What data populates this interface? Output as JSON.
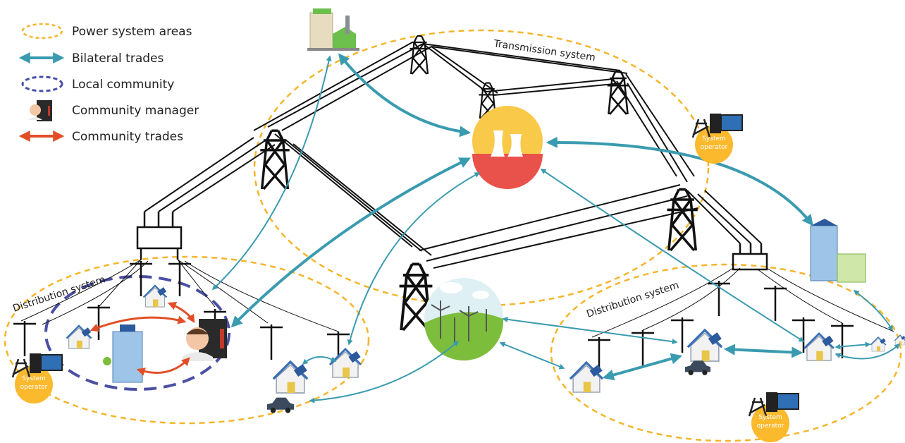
{
  "legend": {
    "items": [
      {
        "key": "power-system-areas",
        "label": "Power system areas"
      },
      {
        "key": "bilateral-trades",
        "label": "Bilateral trades"
      },
      {
        "key": "local-community",
        "label": "Local community"
      },
      {
        "key": "community-manager",
        "label": "Community manager"
      },
      {
        "key": "community-trades",
        "label": "Community trades"
      }
    ]
  },
  "areas": {
    "transmission": "Transmission system",
    "distribution_left": "Distribution system",
    "distribution_right": "Distribution system"
  },
  "system_operator": {
    "line1": "System",
    "line2": "operator"
  },
  "colors": {
    "area_dash": "#f5b52b",
    "bilateral": "#3a9bb0",
    "community_dash": "#4a4fa3",
    "community_trade": "#e24f27",
    "operator_circle": "#fbb92d"
  }
}
